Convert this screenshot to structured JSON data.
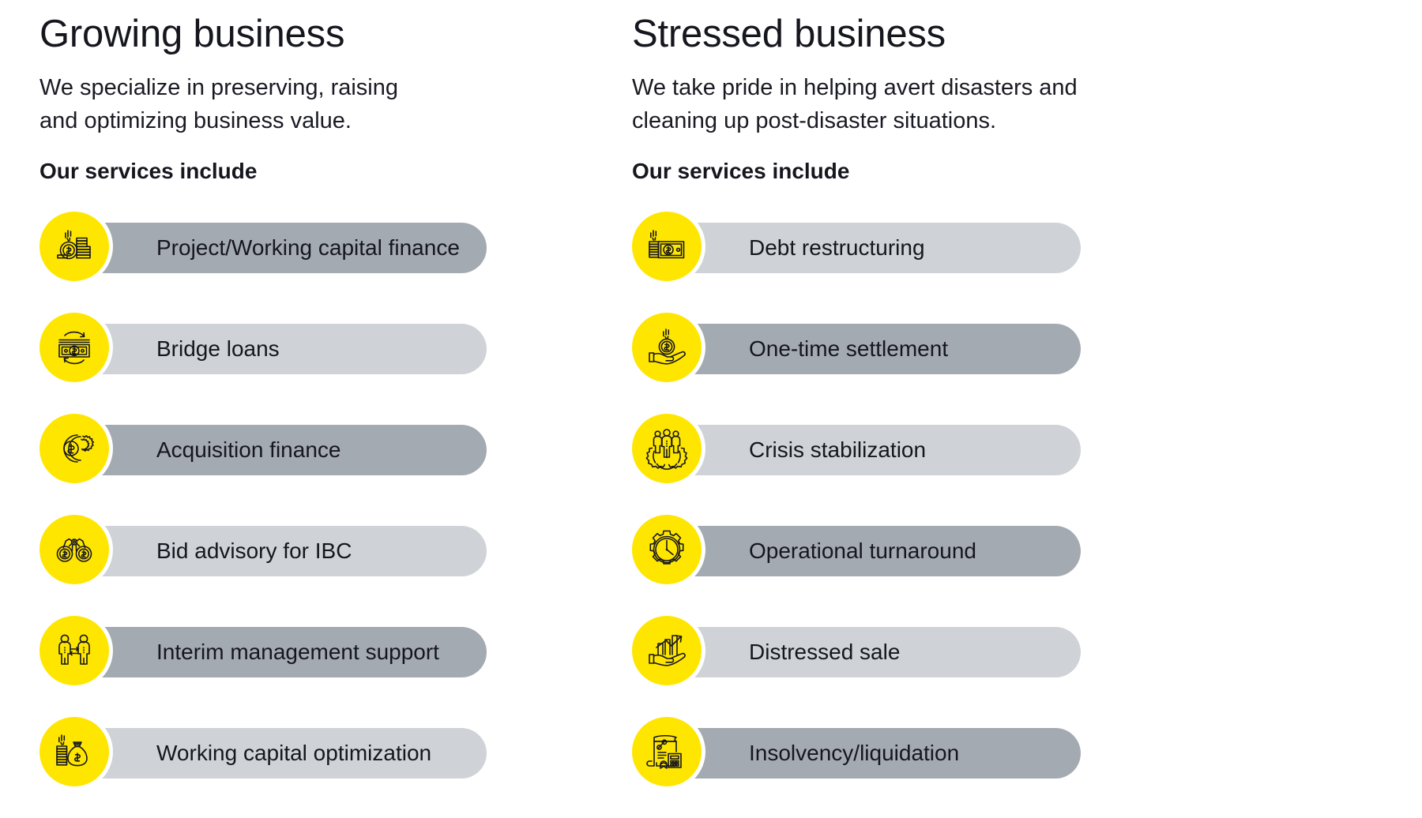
{
  "palette": {
    "background": "#ffffff",
    "accent_yellow": "#ffe600",
    "pill_dark": "#a4aab2",
    "pill_light": "#cfd3d7",
    "text": "#16161f"
  },
  "columns": [
    {
      "id": "growing-business",
      "title": "Growing business",
      "subtitle_lines": [
        "We specialize in preserving, raising",
        "and optimizing business value."
      ],
      "services_label": "Our services include",
      "services": [
        {
          "label": "Project/Working capital finance",
          "tone": "dark",
          "icon": "coin-stack-dollar-icon"
        },
        {
          "label": "Bridge loans",
          "tone": "light",
          "icon": "banknote-refresh-icon"
        },
        {
          "label": "Acquisition finance",
          "tone": "dark",
          "icon": "coin-gear-icon"
        },
        {
          "label": "Bid advisory for IBC",
          "tone": "light",
          "icon": "binoculars-dollar-icon"
        },
        {
          "label": "Interim management support",
          "tone": "dark",
          "icon": "two-people-exchange-icon"
        },
        {
          "label": "Working capital optimization",
          "tone": "light",
          "icon": "money-bag-coins-icon"
        }
      ]
    },
    {
      "id": "stressed-business",
      "title": "Stressed business",
      "subtitle_lines": [
        "We take pride in helping avert disasters and",
        "cleaning up post-disaster situations."
      ],
      "services_label": "Our services include",
      "services": [
        {
          "label": "Debt restructuring",
          "tone": "light",
          "icon": "banknote-coins-icon"
        },
        {
          "label": "One-time settlement",
          "tone": "dark",
          "icon": "hand-coin-icon"
        },
        {
          "label": "Crisis stabilization",
          "tone": "light",
          "icon": "team-gear-icon"
        },
        {
          "label": "Operational turnaround",
          "tone": "dark",
          "icon": "clock-gear-icon"
        },
        {
          "label": "Distressed sale",
          "tone": "light",
          "icon": "hand-growth-chart-icon"
        },
        {
          "label": "Insolvency/liquidation",
          "tone": "dark",
          "icon": "document-calculator-icon"
        }
      ]
    }
  ]
}
